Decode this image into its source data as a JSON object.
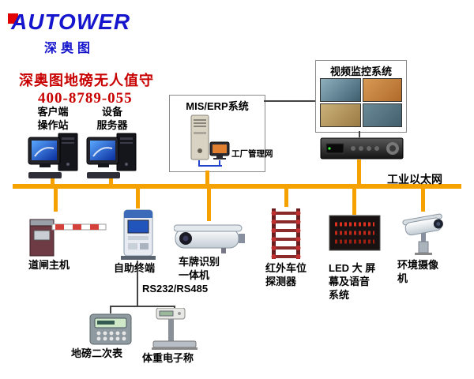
{
  "logo": {
    "brand": "AUTOWER",
    "subtitle": "深奥图"
  },
  "header": {
    "title": "深奥图地磅无人值守",
    "phone": "400-8789-055"
  },
  "network": {
    "bus_label": "工业以太网"
  },
  "top_nodes": {
    "client_station": "客户端\n操作站",
    "server": "设备\n服务器",
    "mis_erp": {
      "title": "MIS/ERP系统",
      "subnet": "工厂管理网"
    },
    "video": {
      "title": "视频监控系统"
    }
  },
  "bottom_nodes": {
    "barrier": "道闸主机",
    "kiosk": "自助终端",
    "lpr": "车牌识别\n一体机",
    "infrared": "红外车位\n探测器",
    "led": "LED 大 屏\n幕及语音\n系统",
    "env_camera": "环境摄像\n机"
  },
  "serial": {
    "label": "RS232/RS485",
    "indicator": "地磅二次表",
    "scale": "体重电子称"
  },
  "colors": {
    "bus": "#F5A200",
    "accent_red": "#C80000",
    "logo_blue": "#1515CD"
  }
}
